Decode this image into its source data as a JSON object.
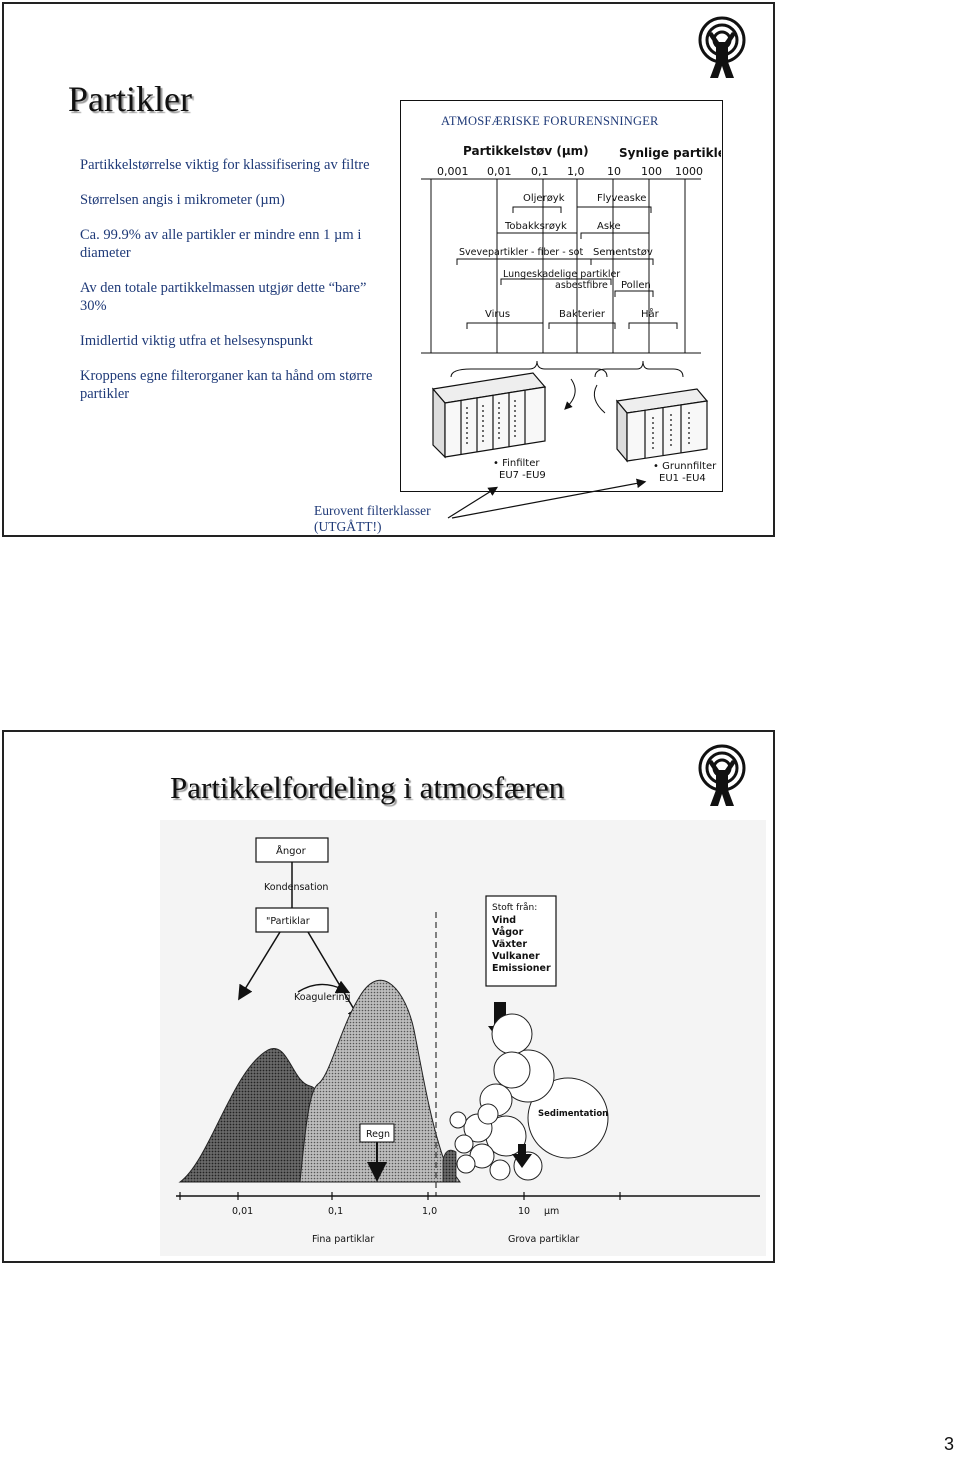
{
  "slide1": {
    "title": "Partikler",
    "bullets": [
      "Partikkelstørrelse viktig for klassifisering av filtre",
      "Størrelsen angis i mikrometer (µm)",
      "Ca. 99.9% av alle partikler er mindre enn 1 µm i diameter",
      "Av den totale partikkelmassen utgjør dette “bare” 30%",
      "Imidlertid viktig utfra et helsesynspunkt",
      "Kroppens egne filterorganer kan ta hånd om større partikler"
    ],
    "figure": {
      "title": "ATMOSFÆRISKE FORURENSNINGER",
      "header_left": "Partikkelstøv (µm)",
      "header_right": "Synlige partikler",
      "scale": [
        "0,001",
        "0,01",
        "0,1",
        "1,0",
        "10",
        "100",
        "1000"
      ],
      "ranges": [
        "Oljerøyk",
        "Flyveaske",
        "Tobakksrøyk",
        "Aske",
        "Svevepartikler - fiber - sot",
        "Sementstøv",
        "Lungeskadelige partikler",
        "asbestfibre",
        "Pollen",
        "Virus",
        "Bakterier",
        "Hår"
      ],
      "filter_fine": [
        "• Finfilter",
        "EU7 -EU9"
      ],
      "filter_coarse": [
        "• Grunnfilter",
        "EU1 -EU4"
      ]
    },
    "caption_line1": "Eurovent filterklasser",
    "caption_line2": "(UTGÅTT!)"
  },
  "slide2": {
    "title": "Partikkelfordeling i atmosfæren",
    "figure": {
      "box_top": "Ångor",
      "condensation": "Kondensation",
      "box_particles": "\"Partiklar",
      "coagulation": "Koagulering",
      "rain": "Regn",
      "sources_title": "Stoft från:",
      "sources": [
        "Vind",
        "Vågor",
        "Växter",
        "Vulkaner",
        "Emissioner"
      ],
      "sedimentation": "Sedimentation",
      "axis_ticks": [
        "0,01",
        "0,1",
        "1,0",
        "10"
      ],
      "axis_unit": "µm",
      "fine_label": "Fina partiklar",
      "coarse_label": "Grova partiklar"
    }
  },
  "page_number": "3"
}
